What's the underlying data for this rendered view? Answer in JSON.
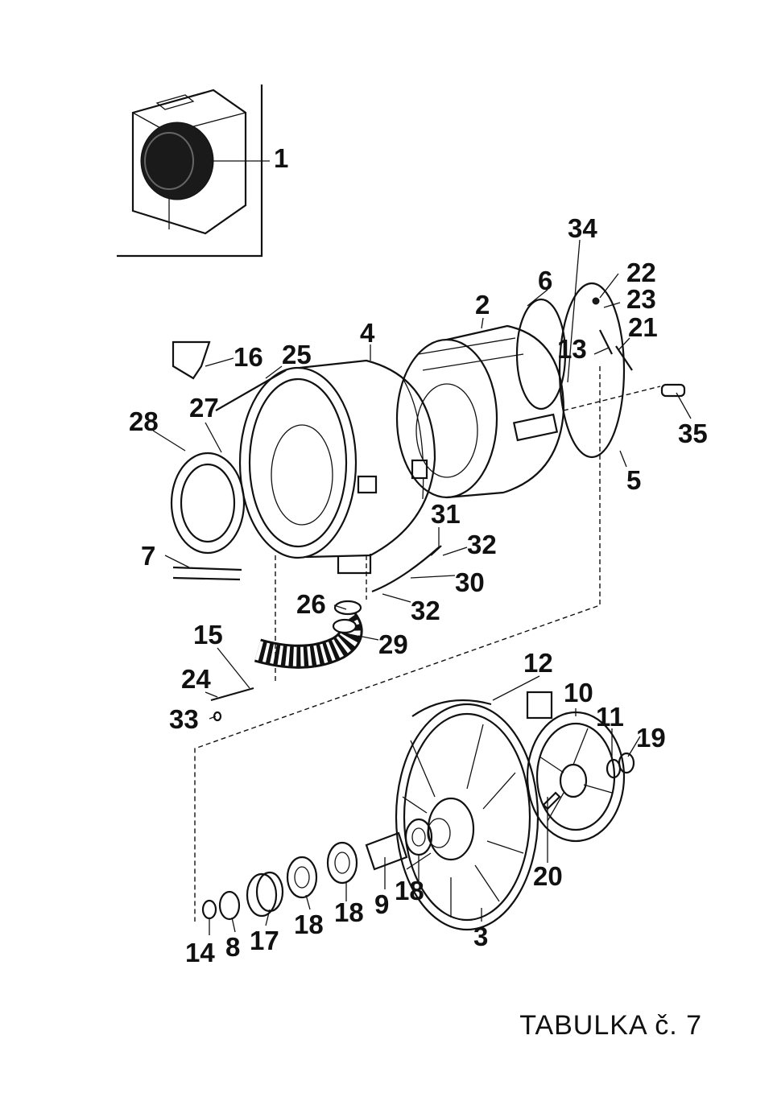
{
  "caption": "TABULKA č. 7",
  "labels": {
    "l1": "1",
    "l2": "2",
    "l3": "3",
    "l4": "4",
    "l5": "5",
    "l6": "6",
    "l7": "7",
    "l8": "8",
    "l9": "9",
    "l10": "10",
    "l11": "11",
    "l12": "12",
    "l13": "13",
    "l14": "14",
    "l15": "15",
    "l16": "16",
    "l17": "17",
    "l18a": "18",
    "l18b": "18",
    "l18c": "18",
    "l19": "19",
    "l20": "20",
    "l21": "21",
    "l22": "22",
    "l23": "23",
    "l24": "24",
    "l25": "25",
    "l26": "26",
    "l27": "27",
    "l28": "28",
    "l29": "29",
    "l30": "30",
    "l31": "31",
    "l32a": "32",
    "l32b": "32",
    "l33": "33",
    "l34": "34",
    "l35": "35"
  }
}
